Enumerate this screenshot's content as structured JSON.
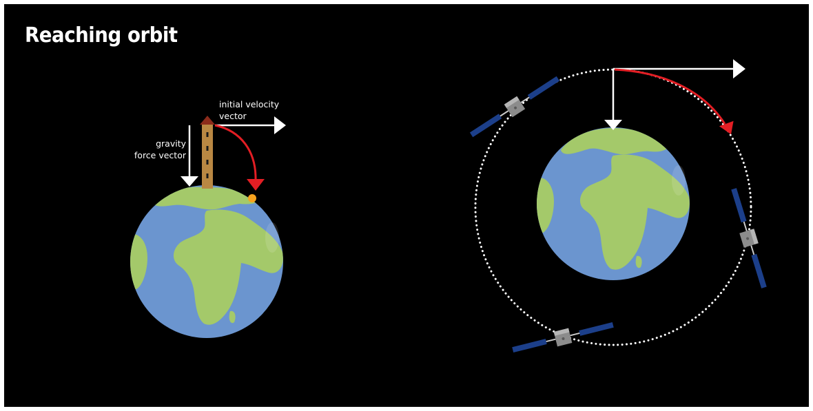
{
  "title": "Reaching orbit",
  "labels": {
    "gravity_line1": "gravity",
    "gravity_line2": "force vector",
    "velocity_line1": "initial velocity",
    "velocity_line2": "vector"
  },
  "colors": {
    "background": "#000000",
    "ocean": "#6b95cf",
    "land": "#a4c96a",
    "tower": "#b98843",
    "tower_roof": "#8b2b1b",
    "trajectory": "#e31e24",
    "impact_point": "#f6a21e",
    "vector_arrow": "#ffffff",
    "orbit_path": "#ffffff",
    "solar_panel": "#1c3f8a",
    "satellite_body": "#8c8c8c"
  }
}
